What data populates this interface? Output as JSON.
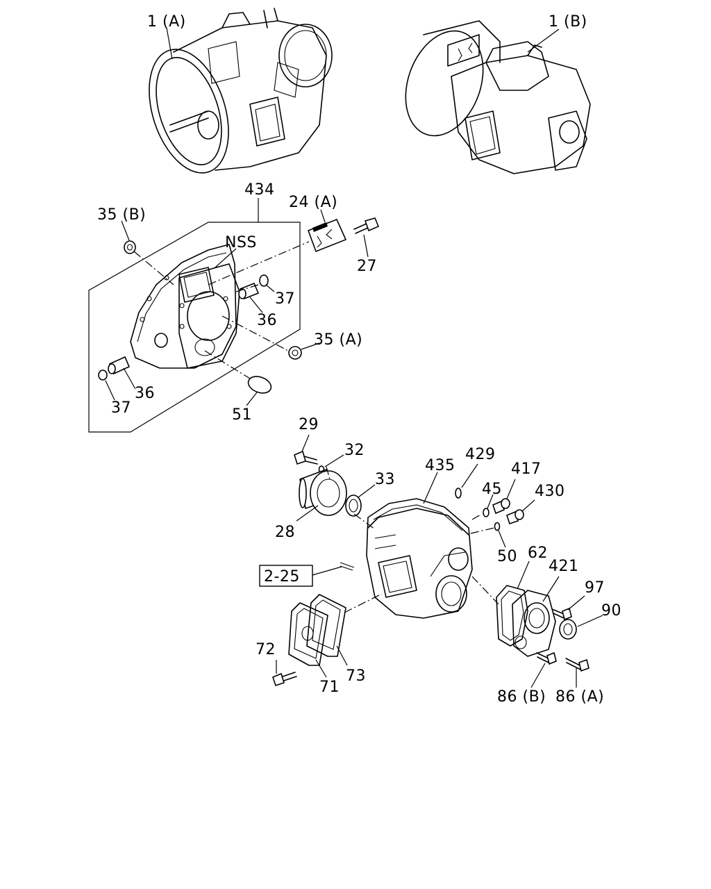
{
  "labels": {
    "l_1A": "1 (A)",
    "l_1B": "1 (B)",
    "l_434": "434",
    "l_35B": "35 (B)",
    "l_24A": "24 (A)",
    "l_NSS": "NSS",
    "l_27": "27",
    "l_37a": "37",
    "l_36a": "36",
    "l_35A": "35 (A)",
    "l_36b": "36",
    "l_37b": "37",
    "l_51": "51",
    "l_29": "29",
    "l_32": "32",
    "l_33": "33",
    "l_435": "435",
    "l_429": "429",
    "l_45": "45",
    "l_417": "417",
    "l_430": "430",
    "l_28": "28",
    "l_50": "50",
    "l_62": "62",
    "l_421": "421",
    "l_97": "97",
    "l_90": "90",
    "l_2_25": "2-25",
    "l_72": "72",
    "l_71": "71",
    "l_73": "73",
    "l_86B": "86 (B)",
    "l_86A": "86 (A)"
  }
}
